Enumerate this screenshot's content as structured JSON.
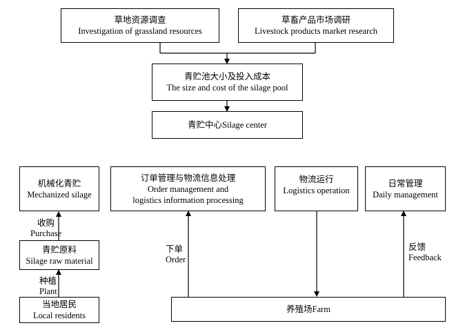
{
  "boxes": {
    "grassland": {
      "zh": "草地资源调查",
      "en": "Investigation of grassland resources"
    },
    "livestock": {
      "zh": "草畜产品市场调研",
      "en": "Livestock products market research"
    },
    "pool": {
      "zh": "青贮池大小及投入成本",
      "en": "The size and cost of the silage pool"
    },
    "center": {
      "text": "青贮中心Silage center"
    },
    "mechanized": {
      "zh": "机械化青贮",
      "en": "Mechanized silage"
    },
    "order_mgmt": {
      "zh": "订单管理与物流信息处理",
      "en1": "Order management and",
      "en2": "logistics information processing"
    },
    "logistics": {
      "zh": "物流运行",
      "en": "Logistics operation"
    },
    "daily": {
      "zh": "日常管理",
      "en": "Daily management"
    },
    "raw": {
      "zh": "青贮原料",
      "en": "Silage raw material"
    },
    "residents": {
      "zh": "当地居民",
      "en": "Local residents"
    },
    "farm": {
      "text": "养殖场Farm"
    }
  },
  "labels": {
    "purchase": {
      "zh": "收购",
      "en": "Purchase"
    },
    "plant": {
      "zh": "种植",
      "en": "Plant"
    },
    "order": {
      "zh": "下单",
      "en": "Order"
    },
    "feedback": {
      "zh": "反馈",
      "en": "Feedback"
    }
  }
}
